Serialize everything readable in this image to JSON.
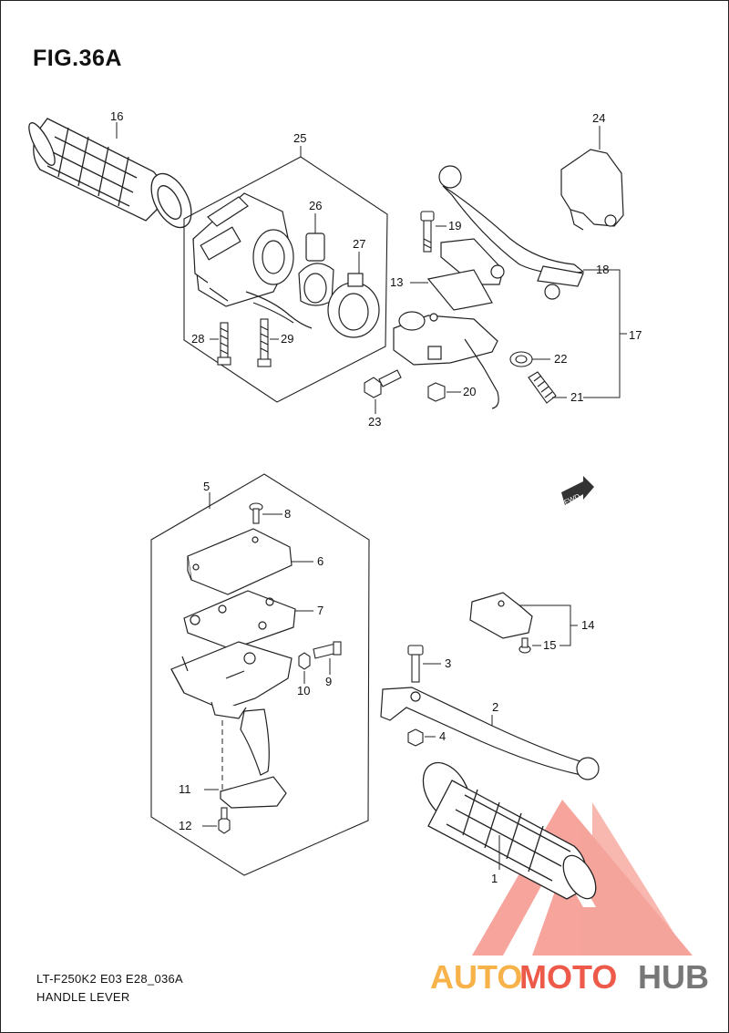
{
  "figure_title": "FIG.36A",
  "model_code": "LT-F250K2 E03 E28_036A",
  "section_name": "HANDLE LEVER",
  "callouts": {
    "c1": "1",
    "c2": "2",
    "c3": "3",
    "c4": "4",
    "c5": "5",
    "c6": "6",
    "c7": "7",
    "c8": "8",
    "c9": "9",
    "c10": "10",
    "c11": "11",
    "c12": "12",
    "c13": "13",
    "c14": "14",
    "c15": "15",
    "c16": "16",
    "c17": "17",
    "c18": "18",
    "c19": "19",
    "c20": "20",
    "c21": "21",
    "c22": "22",
    "c23": "23",
    "c24": "24",
    "c25": "25",
    "c26": "26",
    "c27": "27",
    "c28": "28",
    "c29": "29"
  },
  "fwd_label": "FWD",
  "watermark": {
    "part1": "AUTO",
    "part2": "MOTO",
    "part3": "HUB",
    "color_auto": "#f7b24a",
    "color_moto": "#ee5a4a",
    "color_hub": "#777777"
  }
}
